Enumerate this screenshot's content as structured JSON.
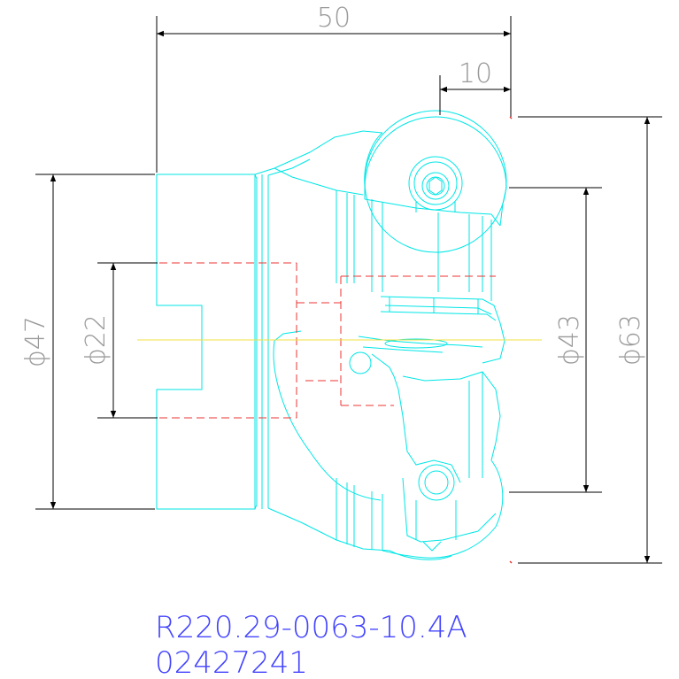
{
  "dimensions": {
    "total_length": "50",
    "insert_length": "10",
    "diameter_47": "ϕ47",
    "diameter_22": "ϕ22",
    "diameter_43": "ϕ43",
    "diameter_63": "ϕ63"
  },
  "part": {
    "code": "R220.29-0063-10.4A",
    "number": "02427241"
  },
  "colors": {
    "outline": "#00e6e6",
    "hidden_lines": "#ee3333",
    "centerline": "#f0e040",
    "dimension_lines": "#000000",
    "dimension_text": "#9a9a9a",
    "label_text": "#4444ff"
  }
}
